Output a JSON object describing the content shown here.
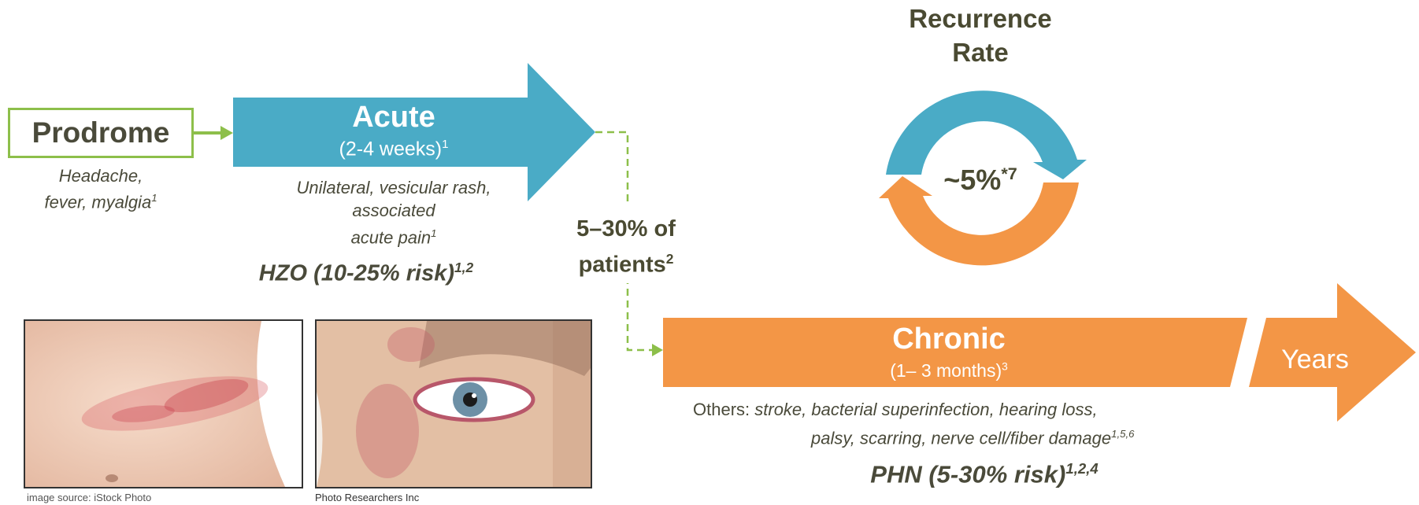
{
  "colors": {
    "green": "#8dbf4a",
    "blue": "#4aabc6",
    "orange": "#f39646",
    "text_dark": "#4a4a32"
  },
  "prodrome": {
    "title": "Prodrome",
    "desc_line1": "Headache,",
    "desc_line2": "fever, myalgia",
    "desc_ref": "1"
  },
  "acute": {
    "title": "Acute",
    "sub": "(2-4 weeks)",
    "sub_ref": "1",
    "desc_line1": "Unilateral, vesicular rash,",
    "desc_line2": "associated",
    "desc_line3": "acute pain",
    "desc_ref": "1",
    "hzo": "HZO (10-25% risk)",
    "hzo_ref": "1,2"
  },
  "transition": {
    "line1": "5–30% of",
    "line2": "patients",
    "ref": "2"
  },
  "recurrence": {
    "title_line1": "Recurrence",
    "title_line2": "Rate",
    "value": "~5%",
    "value_ref": "*7"
  },
  "chronic": {
    "title": "Chronic",
    "sub": "(1– 3 months)",
    "sub_ref": "3",
    "others_prefix": "Others: ",
    "others_line1": "stroke, bacterial superinfection, hearing loss,",
    "others_line2": "palsy, scarring, nerve cell/fiber damage",
    "others_ref": "1,5,6",
    "phn": "PHN (5-30% risk)",
    "phn_ref": "1,2,4"
  },
  "years": {
    "label": "Years"
  },
  "photos": {
    "credit_left": "image source: iStock Photo",
    "credit_right": "Photo Researchers Inc"
  }
}
